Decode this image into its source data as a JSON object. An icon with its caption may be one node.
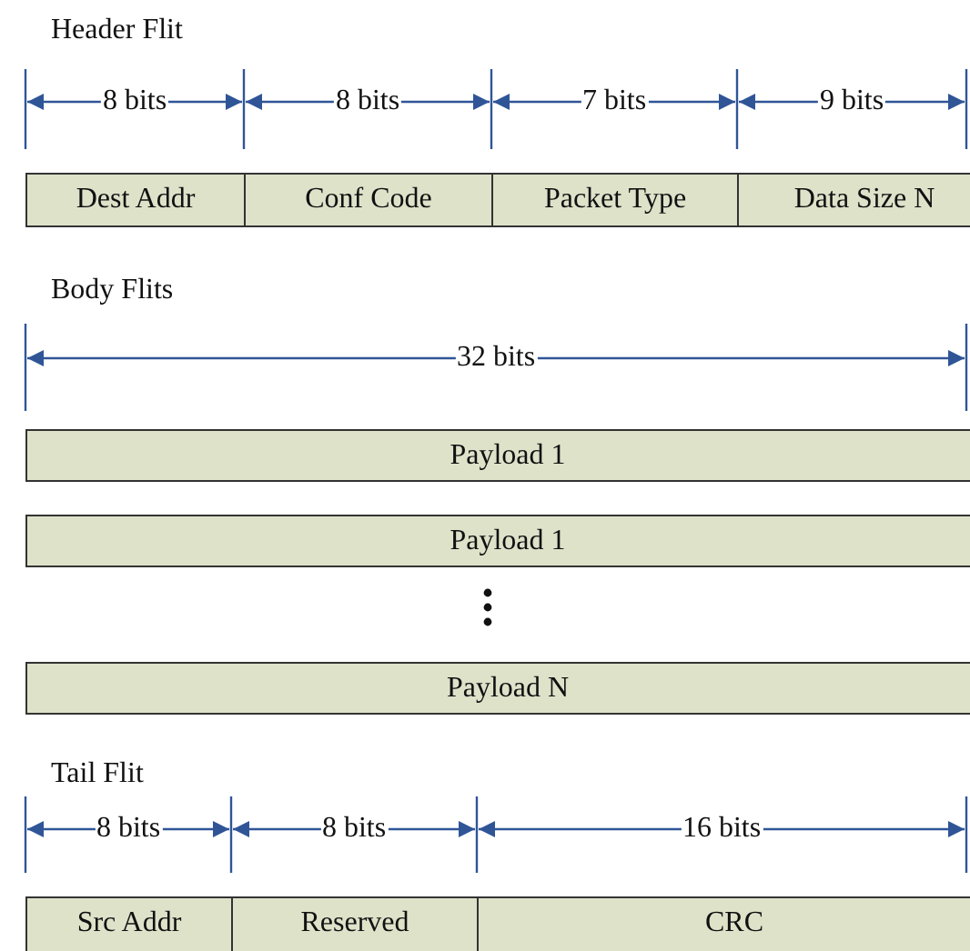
{
  "diagram": {
    "nodes": [
      {
        "text": [
          "Dest Addr"
        ]
      },
      {
        "text": [
          "Conf Code"
        ]
      },
      {
        "text": [
          "Packet Type"
        ]
      },
      {
        "text": [
          "Data Size N"
        ]
      },
      {
        "text": [
          "Payload 1"
        ]
      },
      {
        "text": [
          "Payload 1"
        ]
      },
      {
        "text": [
          "Payload N"
        ]
      },
      {
        "text": [
          "Src Addr"
        ]
      },
      {
        "text": [
          "Reserved"
        ]
      },
      {
        "text": [
          "CRC"
        ]
      }
    ],
    "labels": [
      "Header Flit",
      "8 bits",
      "8 bits",
      "7 bits",
      "9 bits",
      "Body Flits",
      "32 bits",
      "Tail Flit",
      "8 bits",
      "8 bits",
      "16 bits"
    ]
  }
}
